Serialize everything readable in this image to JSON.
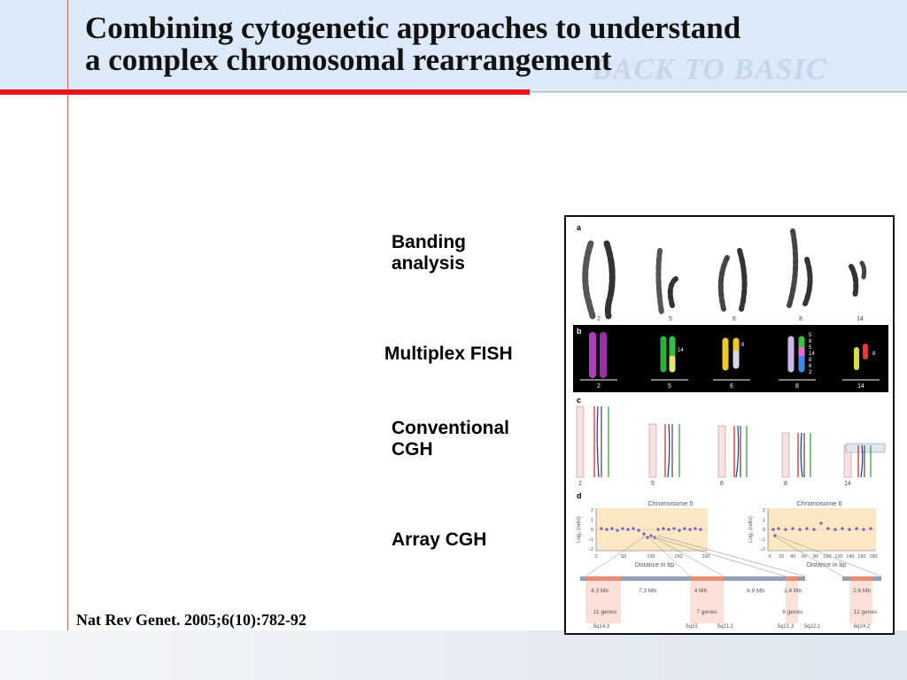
{
  "slide": {
    "title_line1": "Combining cytogenetic approaches to understand",
    "title_line2": "a complex chromosomal rearrangement",
    "watermark": "BACK TO BASIC",
    "citation": "Nat Rev Genet. 2005;6(10):782-92"
  },
  "methods": {
    "banding": [
      "Banding",
      "analysis"
    ],
    "mfish": "Multiplex FISH",
    "cgh": [
      "Conventional",
      "CGH"
    ],
    "array": "Array CGH"
  },
  "figure": {
    "panel_a": "a",
    "panel_b": "b",
    "panel_c": "c",
    "panel_d": "d",
    "chromosomes": [
      "2",
      "5",
      "6",
      "8",
      "14"
    ],
    "mfish_tags": {
      "ch5": "14",
      "ch6": "8",
      "ch8": [
        "5",
        "8",
        "5",
        "14",
        "8",
        "6",
        "2"
      ],
      "ch14": "8"
    },
    "array": {
      "left_title": "Chromosome 5",
      "right_title": "Chromosome 6",
      "ylabel": "Log₂ (ratio)",
      "yticks": [
        "2",
        "1",
        "0",
        "−1",
        "−2"
      ],
      "left_xticks": [
        "0",
        "50",
        "100",
        "150",
        "200"
      ],
      "right_xticks": [
        "0",
        "20",
        "40",
        "60",
        "80",
        "100",
        "120",
        "140",
        "160",
        "180"
      ],
      "xlabel": "Distance in bp",
      "segments": [
        "4.3 Mb",
        "7.3 Mb",
        "4 Mb",
        "6.9 Mb",
        "1.4 Mb",
        "2.6 Mb"
      ],
      "genes": [
        "11 genes",
        "7 genes",
        "6 genes",
        "12 genes"
      ],
      "bands": [
        "5q14.3",
        "5q15",
        "5q21.1",
        "5q21.3",
        "5q22.1",
        "6q24.2"
      ]
    }
  }
}
